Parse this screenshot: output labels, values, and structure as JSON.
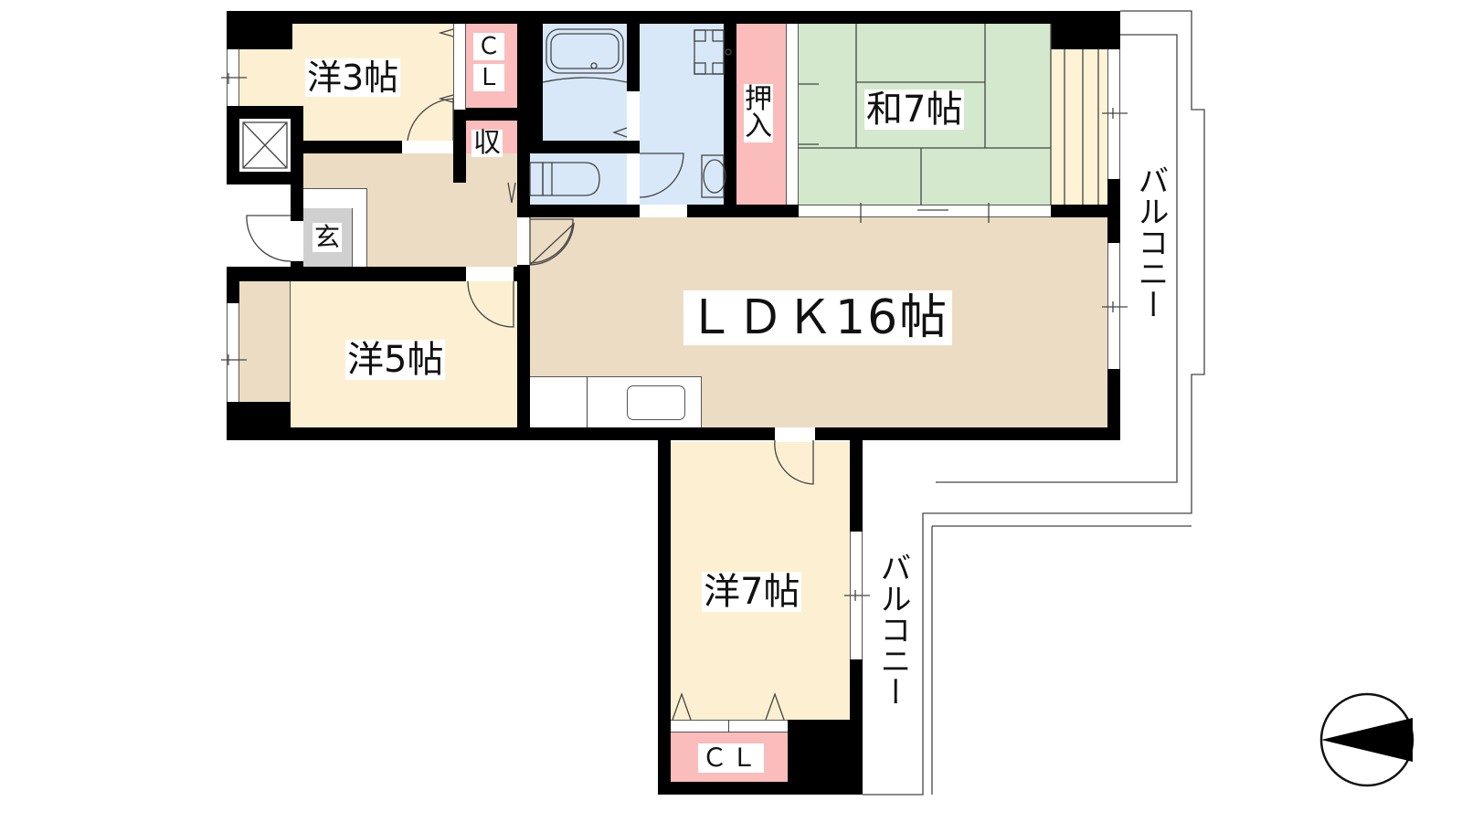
{
  "floorplan": {
    "rooms": {
      "western_3": {
        "label": "洋3帖",
        "type": "Western-style room",
        "size_jo": 3
      },
      "western_5": {
        "label": "洋5帖",
        "type": "Western-style room",
        "size_jo": 5
      },
      "western_7": {
        "label": "洋7帖",
        "type": "Western-style room",
        "size_jo": 7
      },
      "japanese_7": {
        "label": "和7帖",
        "type": "Japanese-style room",
        "size_jo": 7
      },
      "ldk": {
        "label": "ＬＤＫ16帖",
        "type": "Living Dining Kitchen",
        "size_jo": 16
      },
      "entrance": {
        "label": "玄"
      },
      "closet_top": {
        "label_line1": "Ｃ",
        "label_line2": "Ｌ"
      },
      "storage": {
        "label": "収"
      },
      "oshiire": {
        "label_line1": "押",
        "label_line2": "入"
      },
      "closet_bottom": {
        "label": "ＣＬ"
      }
    },
    "balconies": [
      {
        "label": "バルコニー",
        "position": "east-upper"
      },
      {
        "label": "バルコニー",
        "position": "east-lower"
      }
    ],
    "compass": {
      "name": "north-arrow",
      "pointing": "west (left)"
    },
    "colors": {
      "wall": "#000000",
      "western_floor": "#fdf0d2",
      "ldk_floor": "#ecdcc3",
      "tatami": "#d3e8cc",
      "closet": "#fbbcbc",
      "wet_area": "#d8e8f8",
      "entrance_floor": "#d0d0d0",
      "veranda_floor": "#fff3d6"
    }
  }
}
